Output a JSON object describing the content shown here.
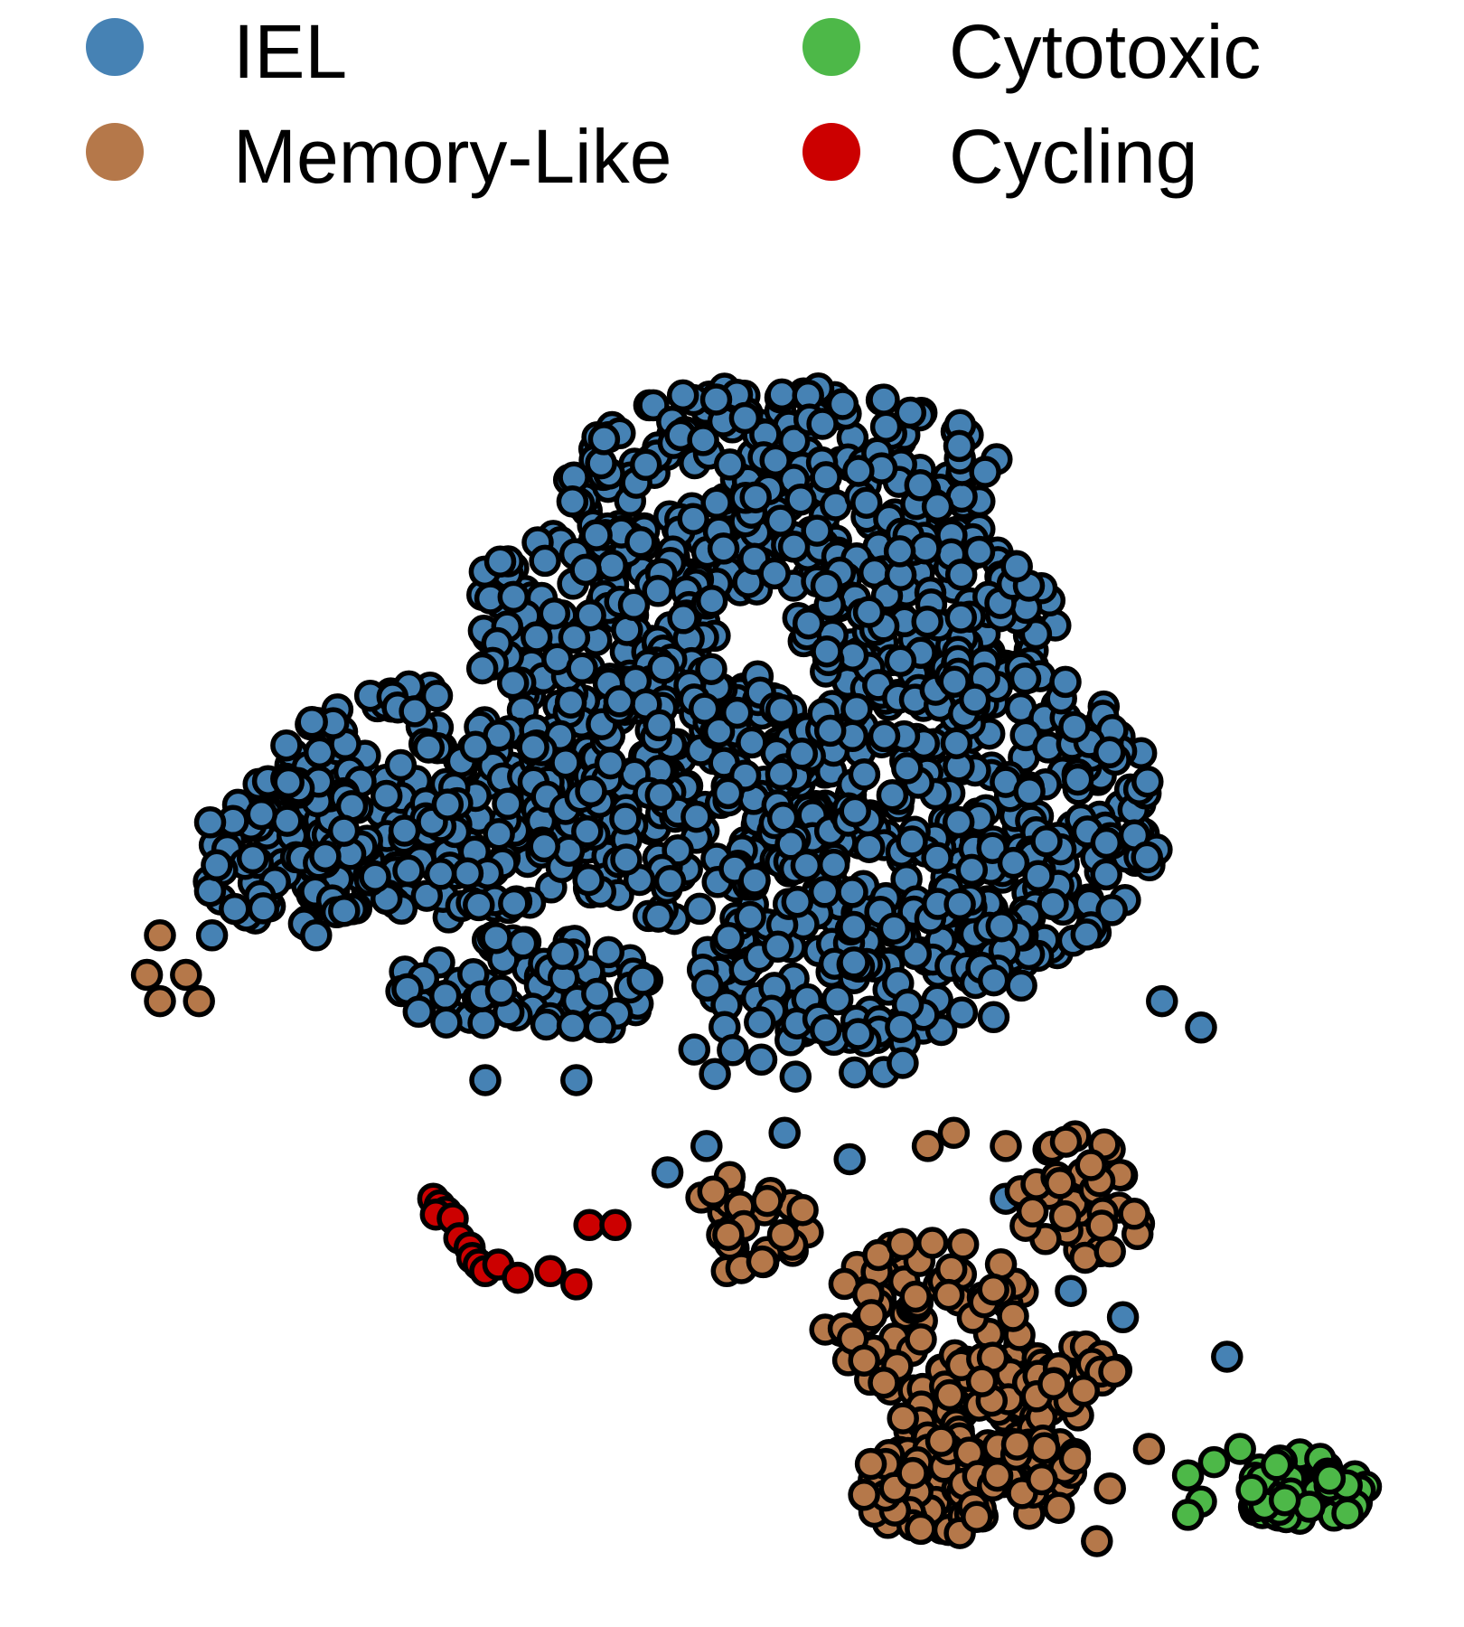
{
  "chart_data": {
    "type": "scatter",
    "title": "",
    "xlabel": "",
    "ylabel": "",
    "grid": false,
    "axes_visible": false,
    "legend_placement": "top",
    "xlim": [
      0,
      100
    ],
    "ylim": [
      0,
      100
    ],
    "marker_outline": "#000000",
    "series": [
      {
        "name": "IEL",
        "color": "#4682B4",
        "regions": [
          {
            "cx": 53,
            "cy": 80,
            "rx": 17,
            "ry": 8,
            "n": 260
          },
          {
            "cx": 64,
            "cy": 70,
            "rx": 10,
            "ry": 7,
            "n": 140
          },
          {
            "cx": 38,
            "cy": 70,
            "rx": 10,
            "ry": 7,
            "n": 130
          },
          {
            "cx": 26,
            "cy": 56,
            "rx": 14,
            "ry": 9,
            "n": 220
          },
          {
            "cx": 45,
            "cy": 57,
            "rx": 12,
            "ry": 10,
            "n": 230
          },
          {
            "cx": 67,
            "cy": 55,
            "rx": 15,
            "ry": 12,
            "n": 320
          },
          {
            "cx": 15,
            "cy": 52,
            "rx": 7,
            "ry": 6,
            "n": 90
          },
          {
            "cx": 60,
            "cy": 44,
            "rx": 14,
            "ry": 6,
            "n": 110
          },
          {
            "cx": 33,
            "cy": 42,
            "rx": 10,
            "ry": 4,
            "n": 70
          },
          {
            "cx": 55,
            "cy": 37,
            "rx": 10,
            "ry": 3,
            "n": 22
          }
        ],
        "stray_points": [
          [
            53,
            31
          ],
          [
            47,
            30
          ],
          [
            58,
            29
          ],
          [
            70,
            26
          ],
          [
            75,
            19
          ],
          [
            79,
            17
          ],
          [
            87,
            14
          ],
          [
            44,
            28
          ],
          [
            37,
            35
          ],
          [
            30,
            35
          ],
          [
            9,
            46
          ],
          [
            17,
            46
          ],
          [
            85,
            39
          ],
          [
            82,
            41
          ]
        ]
      },
      {
        "name": "Memory-Like",
        "color": "#B5784A",
        "regions": [
          {
            "cx": 64,
            "cy": 17,
            "rx": 8,
            "ry": 6,
            "n": 70
          },
          {
            "cx": 76,
            "cy": 26,
            "rx": 5,
            "ry": 5,
            "n": 35
          },
          {
            "cx": 68,
            "cy": 10,
            "rx": 6,
            "ry": 4,
            "n": 60
          },
          {
            "cx": 64,
            "cy": 4,
            "rx": 5,
            "ry": 4,
            "n": 75
          },
          {
            "cx": 72,
            "cy": 5,
            "rx": 4,
            "ry": 3,
            "n": 35
          },
          {
            "cx": 50,
            "cy": 24,
            "rx": 5,
            "ry": 4,
            "n": 30
          },
          {
            "cx": 75,
            "cy": 12,
            "rx": 4,
            "ry": 3,
            "n": 25
          }
        ],
        "stray_points": [
          [
            5,
            46
          ],
          [
            7,
            43
          ],
          [
            4,
            43
          ],
          [
            8,
            41
          ],
          [
            5,
            41
          ],
          [
            70,
            30
          ],
          [
            66,
            31
          ],
          [
            64,
            30
          ],
          [
            78,
            22
          ],
          [
            81,
            7
          ],
          [
            77,
            0
          ],
          [
            78,
            4
          ]
        ]
      },
      {
        "name": "Cytotoxic",
        "color": "#4DB848",
        "regions": [
          {
            "cx": 93,
            "cy": 4,
            "rx": 5,
            "ry": 2.6,
            "n": 70
          }
        ],
        "stray_points": [
          [
            84,
            5
          ],
          [
            85,
            3
          ],
          [
            86,
            6
          ],
          [
            88,
            7
          ],
          [
            84,
            2
          ]
        ]
      },
      {
        "name": "Cycling",
        "color": "#CC0000",
        "regions": [],
        "stray_points": [
          [
            26,
            26
          ],
          [
            26.5,
            25.5
          ],
          [
            27,
            25
          ],
          [
            26.2,
            24.8
          ],
          [
            27.5,
            24.5
          ],
          [
            28,
            23
          ],
          [
            28.8,
            22.3
          ],
          [
            29,
            21.5
          ],
          [
            29.5,
            21
          ],
          [
            30,
            20.5
          ],
          [
            31,
            21
          ],
          [
            32.5,
            20
          ],
          [
            35,
            20.5
          ],
          [
            37,
            19.5
          ],
          [
            38,
            24
          ],
          [
            40,
            24
          ]
        ]
      }
    ]
  },
  "legend": {
    "items": [
      {
        "label": "IEL",
        "color": "#4682B4"
      },
      {
        "label": "Cytotoxic",
        "color": "#4DB848"
      },
      {
        "label": "Memory-Like",
        "color": "#B5784A"
      },
      {
        "label": "Cycling",
        "color": "#CC0000"
      }
    ]
  }
}
